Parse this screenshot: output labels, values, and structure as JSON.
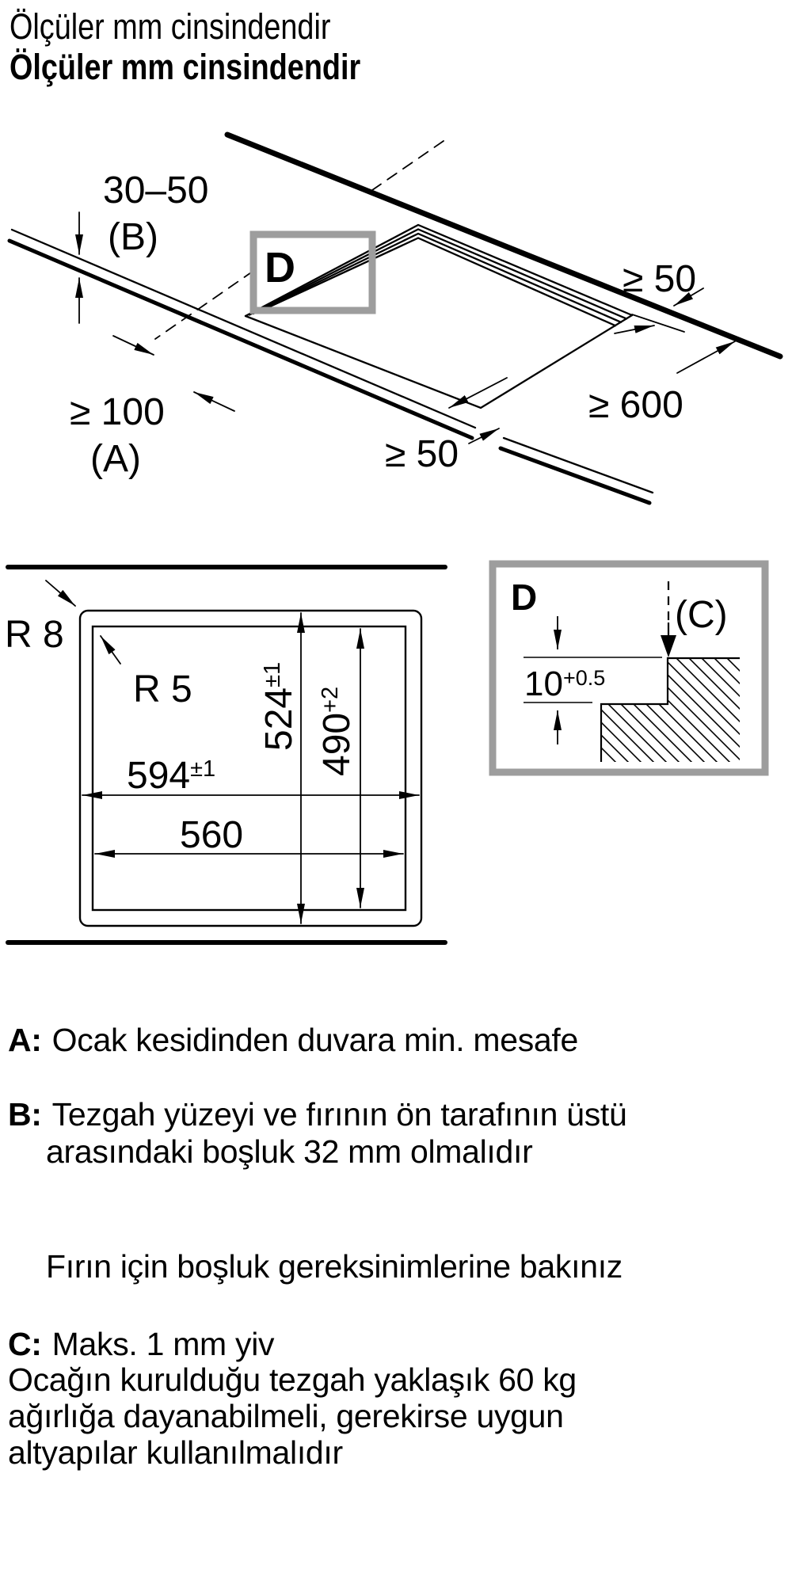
{
  "title": {
    "line1": "Ölçüler mm cinsindendir",
    "line2": "Ölçüler mm cinsindendir"
  },
  "colors": {
    "line": "#000000",
    "detail_frame": "#9d9d9d",
    "background": "#ffffff"
  },
  "perspective_view": {
    "counter_thickness": "30–50",
    "counter_thickness_ref": "(B)",
    "wall_side_distance": "≥ 100",
    "wall_side_distance_ref": "(A)",
    "rear_gap": "≥ 50",
    "front_gap": "≥ 50",
    "worktop_depth": "≥ 600",
    "detail_marker": "D"
  },
  "cutout_view": {
    "outer_radius": "R 8",
    "inner_radius": "R 5",
    "hob_width": "594",
    "hob_width_tol": "±1",
    "cutout_width": "560",
    "hob_depth": "524",
    "hob_depth_tol": "±1",
    "cutout_depth": "490",
    "cutout_depth_tol": "+2"
  },
  "detail_view": {
    "marker": "D",
    "groove_ref": "(C)",
    "step_depth": "10",
    "step_depth_tol": "+0.5"
  },
  "notes": {
    "a_label": "A:",
    "a_text": "Ocak kesidinden duvara min. mesafe",
    "b_label": "B:",
    "b_lines": [
      "Tezgah yüzeyi ve fırının ön tarafının üstü",
      "arasındaki boşluk 32 mm olmalıdır"
    ],
    "oven_note": "Fırın için boşluk gereksinimlerine bakınız",
    "c_label": "C:",
    "c_text": "Maks. 1 mm yiv",
    "weight_lines": [
      "Ocağın kurulduğu tezgah yaklaşık 60 kg",
      "ağırlığa dayanabilmeli, gerekirse uygun",
      "altyapılar kullanılmalıdır"
    ]
  }
}
